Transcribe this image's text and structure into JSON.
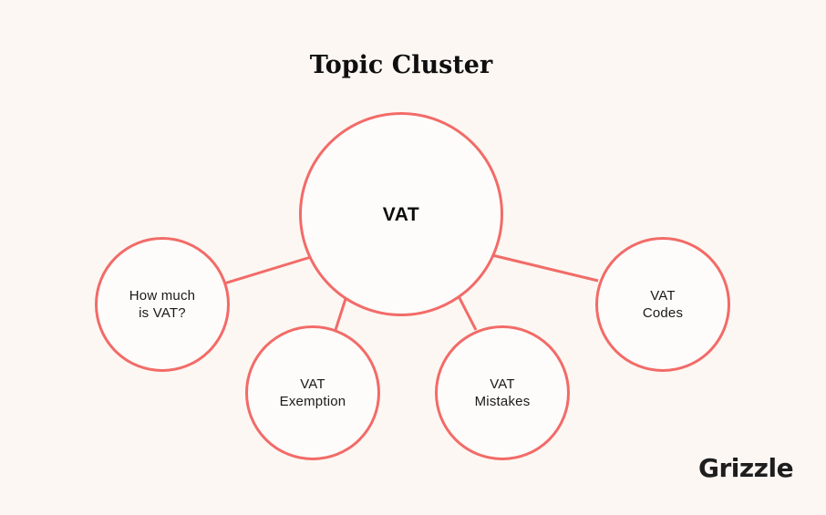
{
  "title": "Topic Cluster",
  "center": {
    "label": "VAT"
  },
  "nodes": [
    {
      "id": "how-much",
      "label": "How much\nis VAT?"
    },
    {
      "id": "exemption",
      "label": "VAT\nExemption"
    },
    {
      "id": "mistakes",
      "label": "VAT\nMistakes"
    },
    {
      "id": "codes",
      "label": "VAT\nCodes"
    }
  ],
  "brand": "Grizzle",
  "colors": {
    "background": "#fcf7f2",
    "accent": "#f26b68",
    "node_fill": "#fefcfa",
    "text": "#111111"
  }
}
